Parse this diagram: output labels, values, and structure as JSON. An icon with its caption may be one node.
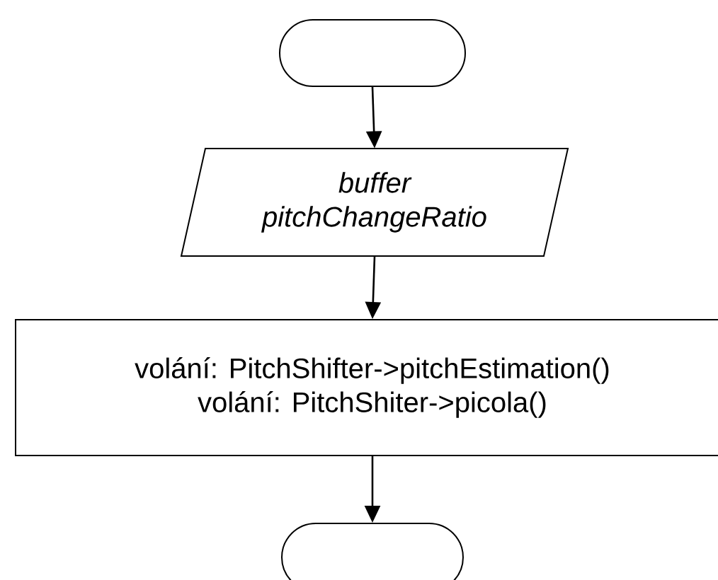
{
  "diagram": {
    "nodes": [
      {
        "text": [],
        "shape": "terminator"
      },
      {
        "text": [
          "buffer",
          "pitchChangeRatio"
        ]
      },
      {
        "text": [
          "volání: PitchShifter->pitchEstimation()",
          "volání: PitchShiter->picola()"
        ]
      },
      {
        "text": [],
        "shape": "terminator"
      }
    ],
    "edges": [
      {
        "from": 0,
        "to": 1,
        "arrow": "to"
      },
      {
        "from": 1,
        "to": 2,
        "arrow": "to"
      },
      {
        "from": 2,
        "to": 3,
        "arrow": "to"
      }
    ]
  }
}
